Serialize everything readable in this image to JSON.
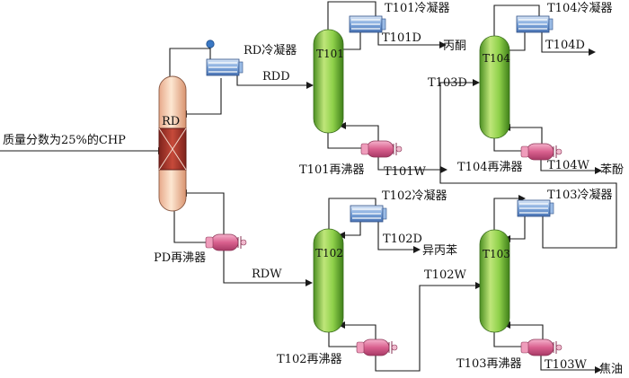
{
  "feed": {
    "label": "质量分数为25%的CHP"
  },
  "columns": [
    {
      "id": "RD",
      "label": "RD"
    },
    {
      "id": "T101",
      "label": "T101"
    },
    {
      "id": "T102",
      "label": "T102"
    },
    {
      "id": "T103",
      "label": "T103"
    },
    {
      "id": "T104",
      "label": "T104"
    }
  ],
  "condensers": {
    "RD": "RD冷凝器",
    "T101": "T101冷凝器",
    "T102": "T102冷凝器",
    "T103": "T103冷凝器",
    "T104": "T104冷凝器"
  },
  "reboilers": {
    "PD": "PD再沸器",
    "T101": "T101再沸器",
    "T102": "T102再沸器",
    "T103": "T103再沸器",
    "T104": "T104再沸器"
  },
  "streams": {
    "RDD": "RDD",
    "RDW": "RDW",
    "T101D": "T101D",
    "T101W": "T101W",
    "T102D": "T102D",
    "T102W": "T102W",
    "T103D": "T103D",
    "T103W": "T103W",
    "T104D": "T104D",
    "T104W": "T104W"
  },
  "products": {
    "acetone": "丙酮",
    "cumene": "异丙苯",
    "phenol": "苯酚",
    "tar": "焦油"
  },
  "colors": {
    "column_green": "#7fc241",
    "reactive_top": "#f9d4b4",
    "reactive_mid": "#a63a2f",
    "condenser_blue": "#6f9fd8",
    "reboiler_pink": "#e27fa6",
    "line": "#1a1a1a"
  }
}
